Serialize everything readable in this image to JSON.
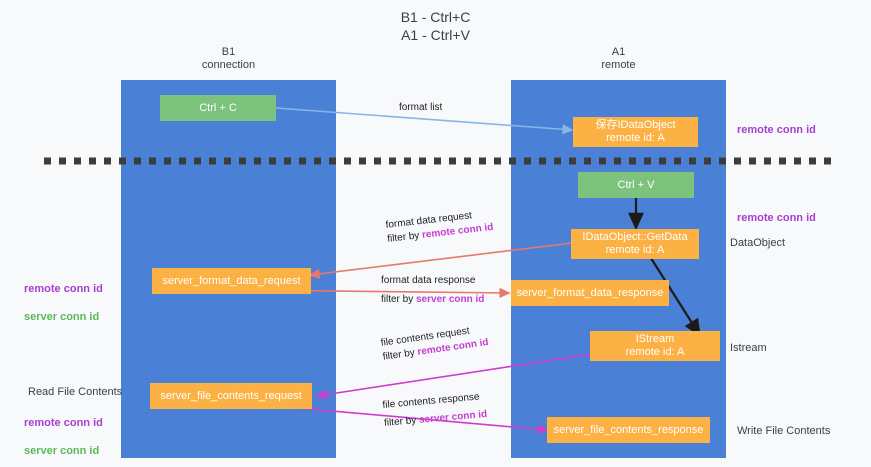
{
  "title": "B1 - Ctrl+C\nA1 - Ctrl+V",
  "colors": {
    "lane": "#4a80d6",
    "green_node": "#7dc27d",
    "orange_node": "#fbb143",
    "remote_conn_id": "#a73fd0",
    "server_conn_id": "#5cb85c",
    "format_arrow": "#e8786b",
    "file_arrow": "#cc3ecc",
    "format_list_arrow": "#8ab4e8",
    "background": "#f8f9fa"
  },
  "lanes": [
    {
      "name": "left",
      "title": "B1\nconnection"
    },
    {
      "name": "right",
      "title": "A1\nremote"
    }
  ],
  "nodes": {
    "ctrl_c": {
      "label": "Ctrl + C"
    },
    "ctrl_v": {
      "label": "Ctrl + V"
    },
    "save_idataobject": {
      "line1": "保存IDataObject",
      "line2": "remote id: A"
    },
    "getdata": {
      "line1": "IDataObject::GetData",
      "line2": "remote id: A"
    },
    "istream": {
      "line1": "IStream",
      "line2": "remote id: A"
    },
    "server_format_data_request": {
      "label": "server_format_data_request"
    },
    "server_format_data_response": {
      "label": "server_format_data_response"
    },
    "server_file_contents_request": {
      "label": "server_file_contents_request"
    },
    "server_file_contents_response": {
      "label": "server_file_contents_response"
    }
  },
  "edges": {
    "format_list": {
      "label": "format list"
    },
    "format_data_request": {
      "line1": "format data request",
      "prefix": "filter by ",
      "highlight": "remote conn id"
    },
    "format_data_response": {
      "line1": "format data response",
      "prefix": "filter by ",
      "highlight": "server conn id"
    },
    "file_contents_request": {
      "line1": "file contents request",
      "prefix": "filter by ",
      "highlight": "remote conn id"
    },
    "file_contents_response": {
      "line1": "file contents response",
      "prefix": "filter by ",
      "highlight": "server conn id"
    }
  },
  "side_labels": {
    "right_remote_conn_id_top": "remote conn id",
    "right_remote_conn_id_mid": "remote conn id",
    "right_dataobject": "DataObject",
    "right_istream": "Istream",
    "right_write_file_contents": "Write File Contents",
    "left_read_file_contents": "Read File Contents",
    "left_conn_ids_mid": {
      "remote": "remote conn id",
      "server": "server conn id"
    },
    "left_conn_ids_bottom": {
      "remote": "remote conn id",
      "server": "server conn id"
    }
  }
}
